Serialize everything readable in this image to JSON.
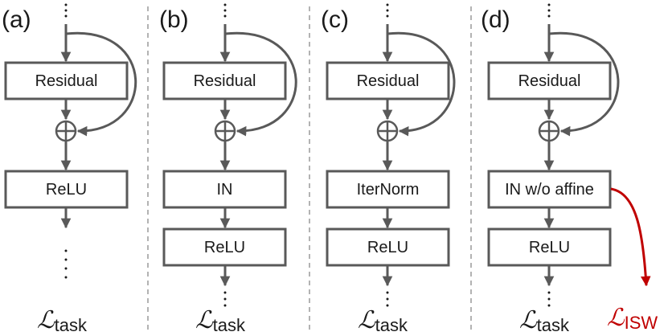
{
  "colors": {
    "line": "#595959",
    "text": "#1a1a1a",
    "accent": "#c00000",
    "divider": "#9a9a9a"
  },
  "panels": [
    {
      "label": "(a)",
      "residual": "Residual",
      "norm": "",
      "relu": "ReLU",
      "loss_symbol": "ℒ",
      "loss_sub": "task"
    },
    {
      "label": "(b)",
      "residual": "Residual",
      "norm": "IN",
      "relu": "ReLU",
      "loss_symbol": "ℒ",
      "loss_sub": "task"
    },
    {
      "label": "(c)",
      "residual": "Residual",
      "norm": "IterNorm",
      "relu": "ReLU",
      "loss_symbol": "ℒ",
      "loss_sub": "task"
    },
    {
      "label": "(d)",
      "residual": "Residual",
      "norm": "IN w/o affine",
      "relu": "ReLU",
      "loss_symbol": "ℒ",
      "loss_sub": "task",
      "extra_loss_symbol": "ℒ",
      "extra_loss_sub": "ISW"
    }
  ]
}
